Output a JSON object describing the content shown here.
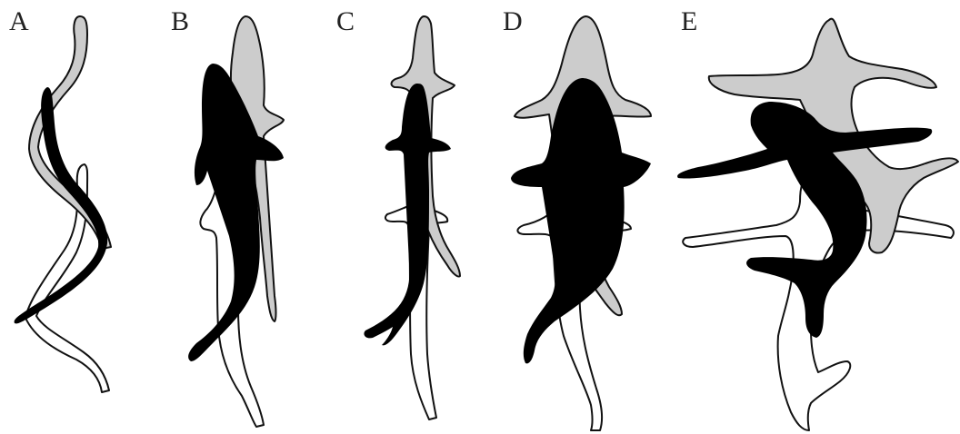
{
  "figure": {
    "panels": [
      {
        "label": "A"
      },
      {
        "label": "B"
      },
      {
        "label": "C"
      },
      {
        "label": "D"
      },
      {
        "label": "E"
      }
    ],
    "colors": {
      "background": "#ffffff",
      "earlier_position": "#ffffff",
      "middle_position": "#cccccc",
      "current_position": "#000000",
      "outline": "#111111"
    }
  }
}
